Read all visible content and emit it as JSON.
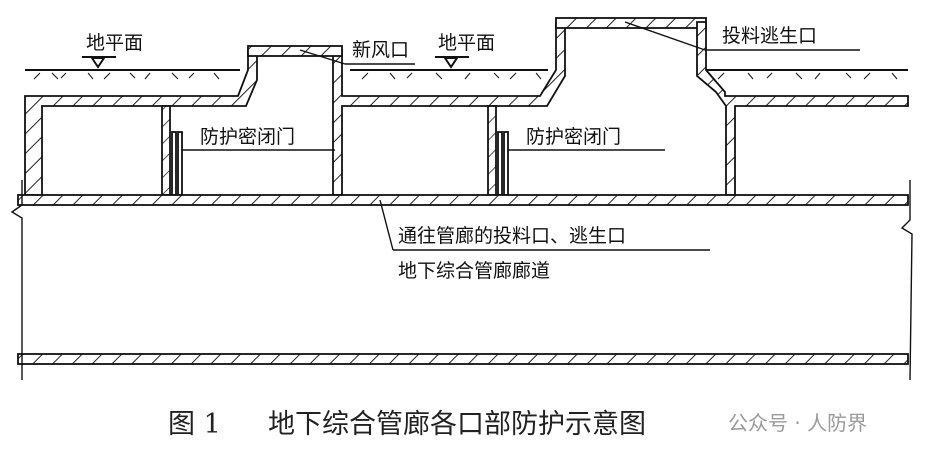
{
  "labels": {
    "ground_left": "地平面",
    "ground_right": "地平面",
    "fresh_air_inlet": "新风口",
    "material_escape_exit": "投料逃生口",
    "blast_door_left": "防护密闭门",
    "blast_door_right": "防护密闭门",
    "passage_to_corridor": "通往管廊的投料口、逃生口",
    "corridor": "地下综合管廊廊道"
  },
  "caption": {
    "figure_no": "图 1",
    "title": "地下综合管廊各口部防护示意图"
  },
  "watermark": "公众号 · 人防界",
  "colors": {
    "line": "#111111",
    "text": "#111111",
    "caption": "#222222",
    "watermark": "#9a9a9a"
  }
}
